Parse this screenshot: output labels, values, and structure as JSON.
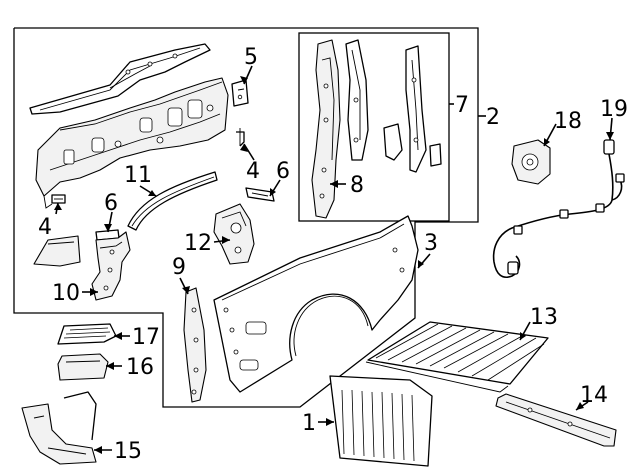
{
  "callouts": [
    {
      "id": "c1",
      "label": "1"
    },
    {
      "id": "c2",
      "label": "2"
    },
    {
      "id": "c3",
      "label": "3"
    },
    {
      "id": "c4a",
      "label": "4"
    },
    {
      "id": "c4b",
      "label": "4"
    },
    {
      "id": "c5",
      "label": "5"
    },
    {
      "id": "c6a",
      "label": "6"
    },
    {
      "id": "c6b",
      "label": "6"
    },
    {
      "id": "c7",
      "label": "7"
    },
    {
      "id": "c8",
      "label": "8"
    },
    {
      "id": "c9",
      "label": "9"
    },
    {
      "id": "c10",
      "label": "10"
    },
    {
      "id": "c11",
      "label": "11"
    },
    {
      "id": "c12",
      "label": "12"
    },
    {
      "id": "c13",
      "label": "13"
    },
    {
      "id": "c14",
      "label": "14"
    },
    {
      "id": "c15",
      "label": "15"
    },
    {
      "id": "c16",
      "label": "16"
    },
    {
      "id": "c17",
      "label": "17"
    },
    {
      "id": "c18",
      "label": "18"
    },
    {
      "id": "c19",
      "label": "19"
    }
  ]
}
